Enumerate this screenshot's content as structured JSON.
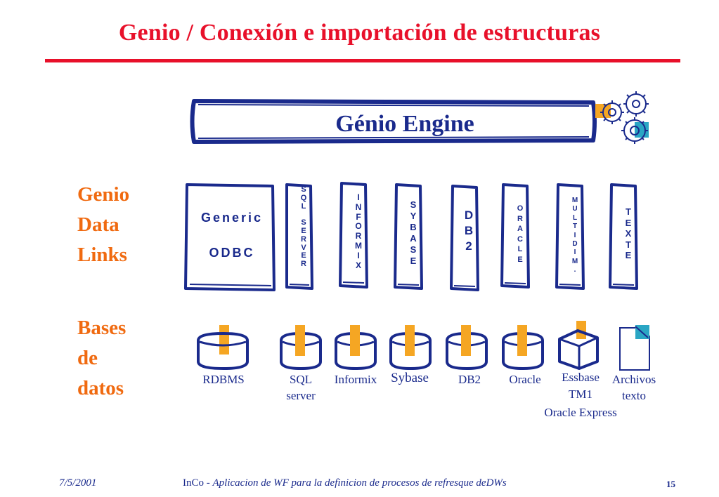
{
  "slide": {
    "title": "Genio / Conexión e importación de estructuras",
    "engine_title": "Génio Engine"
  },
  "labels": {
    "links": [
      "Genio",
      "Data",
      "Links"
    ],
    "bases": [
      "Bases",
      "de",
      "datos"
    ]
  },
  "connectors": {
    "generic": [
      "Generic",
      "ODBC"
    ],
    "vertical": [
      {
        "id": "sql-server",
        "letters": "S Q L   S E R V E R"
      },
      {
        "id": "informix",
        "letters": "I N F O R M I X"
      },
      {
        "id": "sybase",
        "letters": "S Y B A S E"
      },
      {
        "id": "db2",
        "letters": "D B 2"
      },
      {
        "id": "oracle",
        "letters": "O R A C L E"
      },
      {
        "id": "multidim",
        "letters": "M U L T I D I M ."
      },
      {
        "id": "texte",
        "letters": "T E X T E"
      }
    ]
  },
  "databases": {
    "rdbms": "RDBMS",
    "sql_server": [
      "SQL",
      "server"
    ],
    "informix": "Informix",
    "sybase": "Sybase",
    "db2": "DB2",
    "oracle": "Oracle",
    "essbase": [
      "Essbase",
      "TM1",
      "Oracle Express"
    ],
    "archivos": [
      "Archivos",
      "texto"
    ]
  },
  "footer": {
    "date": "7/5/2001",
    "org": "InCo - ",
    "subtitle": "Aplicacion de WF para la definicion de procesos de refresque deDWs",
    "page": "15"
  },
  "colors": {
    "title": "#e8102a",
    "navy": "#1a2a8c",
    "orange": "#f06a10",
    "plug": "#f5a623",
    "teal": "#2aa6c4"
  }
}
